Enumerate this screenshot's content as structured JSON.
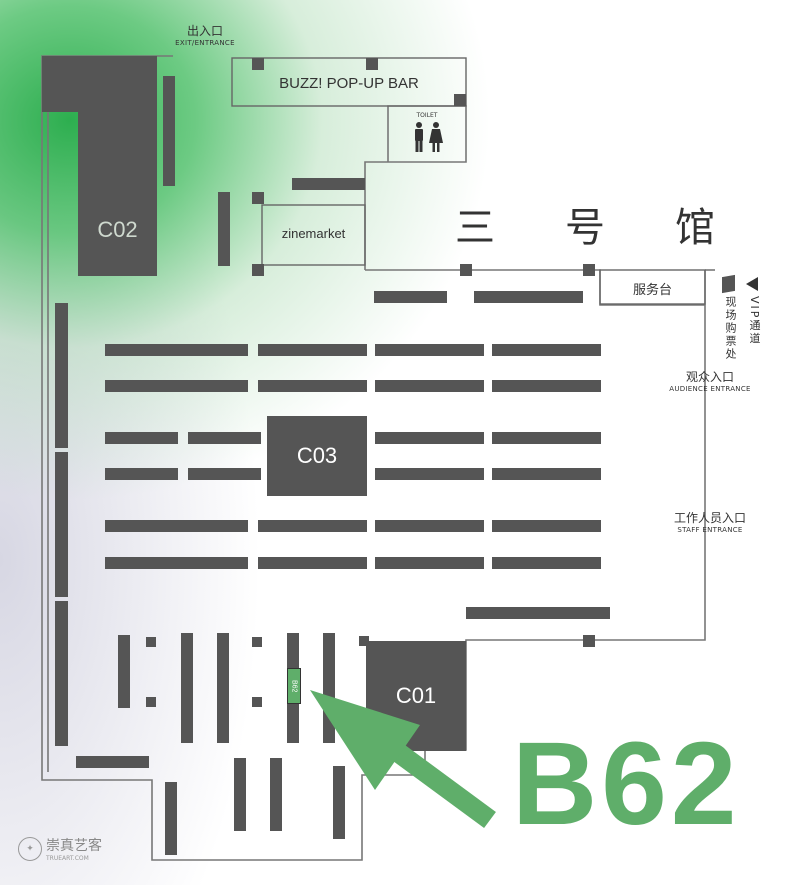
{
  "entrances": {
    "exit_cn": "出入口",
    "exit_en": "EXIT/ENTRANCE",
    "audience_cn": "观众入口",
    "audience_en": "AUDIENCE ENTRANCE",
    "staff_cn": "工作人员入口",
    "staff_en": "STAFF ENTRANCE"
  },
  "rooms": {
    "popup_bar": "BUZZ! POP-UP BAR",
    "toilet": "TOILET",
    "zinemarket": "zinemarket",
    "service_desk": "服务台",
    "ticket_office": "现场购票处",
    "vip_channel": "VIP通道"
  },
  "hall_title": [
    "三",
    "号",
    "馆"
  ],
  "halls": {
    "c01": "C01",
    "c02": "C02",
    "c03": "C03"
  },
  "booth": {
    "label": "B62",
    "highlight_label": "B62"
  },
  "watermark": {
    "cn": "崇真艺客",
    "en": "TRUEART.COM"
  },
  "colors": {
    "highlight_green": "#5fae6a",
    "block_gray": "#555555",
    "wall_gray": "#777777"
  }
}
